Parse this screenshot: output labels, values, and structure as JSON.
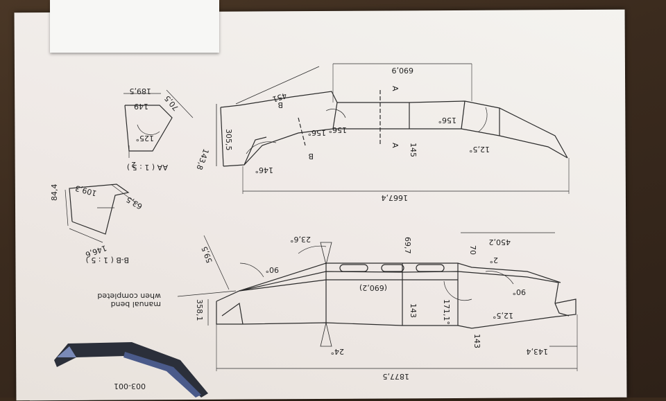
{
  "drawing": {
    "part_number": "003-001",
    "note_line1": "manual bend",
    "note_line2": "when completed",
    "section_aa": "AA ( 1 : 5 )",
    "section_bb": "B-B ( 1 : 5 )",
    "cut_label_a": "A",
    "cut_label_b": "B",
    "top_view": {
      "d_690_9": "690,9",
      "d_451": "451",
      "d_305_5": "305,5",
      "d_143_8": "143,8",
      "d_1667_4": "1667,4",
      "d_145": "145",
      "a_156_right": "156°",
      "a_156_mid": "156°",
      "a_156_left": "156°",
      "a_146": "146°",
      "a_12_5": "12,5°"
    },
    "section_aa_dims": {
      "d_189_5": "189,5",
      "d_149": "149",
      "d_70_5": "70,5",
      "a_125": "125°",
      "d_2": "2"
    },
    "section_bb_dims": {
      "d_84_4": "84,4",
      "d_109_3": "109,3",
      "d_63_5": "63,5",
      "d_146_6": "146,6"
    },
    "bottom_view": {
      "d_59_5": "59,5",
      "a_90_left": "90°",
      "a_23_6": "23,6°",
      "d_69_7": "69,7",
      "d_70": "70",
      "d_450_2": "450,2",
      "a_2": "2°",
      "a_90_right": "90°",
      "d_690_2": "(690,2)",
      "d_358_1": "358,1",
      "d_143_left": "143",
      "a_171_1": "171,1°",
      "a_12_5": "12,5°",
      "d_143_right": "143",
      "d_143_4": "143,4",
      "a_24": "24°",
      "d_1877_5": "1877,5"
    }
  }
}
